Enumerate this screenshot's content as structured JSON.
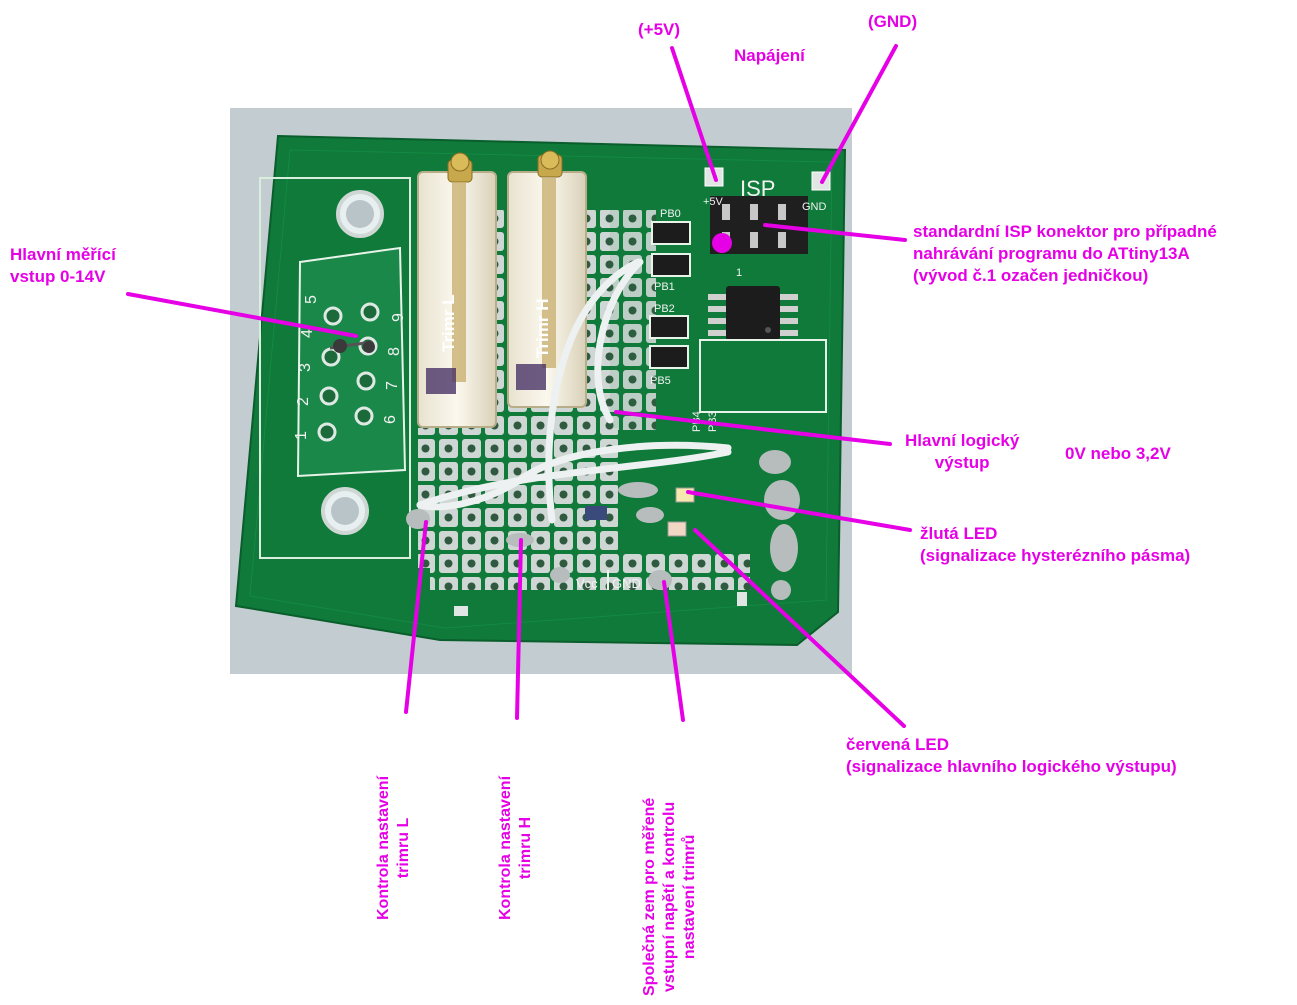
{
  "colors": {
    "annotation": "#e600e6",
    "pcb": "#0f7a3a",
    "photo_background": "#c9d2d6"
  },
  "annotations": {
    "plus5v": "(+5V)",
    "gnd": "(GND)",
    "power": "Napájení",
    "isp": {
      "line1": "standardní ISP konektor pro případné",
      "line2": "nahrávání programu do ATtiny13A",
      "line3": "(vývod č.1 ozačen jedničkou)"
    },
    "main_input": {
      "line1": "Hlavní měřící",
      "line2": "vstup 0-14V"
    },
    "logic_output": {
      "line1": "Hlavní logický",
      "line2": "výstup",
      "levels": "0V nebo 3,2V"
    },
    "yellow_led": {
      "line1": "žlutá LED",
      "line2": "(signalizace hysterézního pásma)"
    },
    "red_led": {
      "line1": "červená LED",
      "line2": "(signalizace hlavního logického výstupu)"
    },
    "trim_l_check": {
      "line1": "Kontrola nastavení",
      "line2": "trimru L"
    },
    "trim_h_check": {
      "line1": "Kontrola nastavení",
      "line2": "trimru H"
    },
    "common_ground": {
      "line1": "Společná zem pro měřené",
      "line2": "vstupní napětí a kontrolu",
      "line3": "nastavení trimrů"
    }
  },
  "board": {
    "trimmer_l": "Trimr L",
    "trimmer_h": "Trimr H",
    "silkscreen": {
      "isp": "ISP",
      "plus5v": "+5V",
      "gnd": "GND",
      "pin1": "1",
      "pb0": "PB0",
      "pb1": "PB1",
      "pb2": "PB2",
      "pb5": "PB5",
      "pb4": "PB4",
      "pb3": "PB3",
      "vcc": "Vcc",
      "gnd_bottom": "GND",
      "db9_pins": [
        "5",
        "9",
        "4",
        "8",
        "3",
        "7",
        "2",
        "6",
        "1"
      ]
    }
  }
}
